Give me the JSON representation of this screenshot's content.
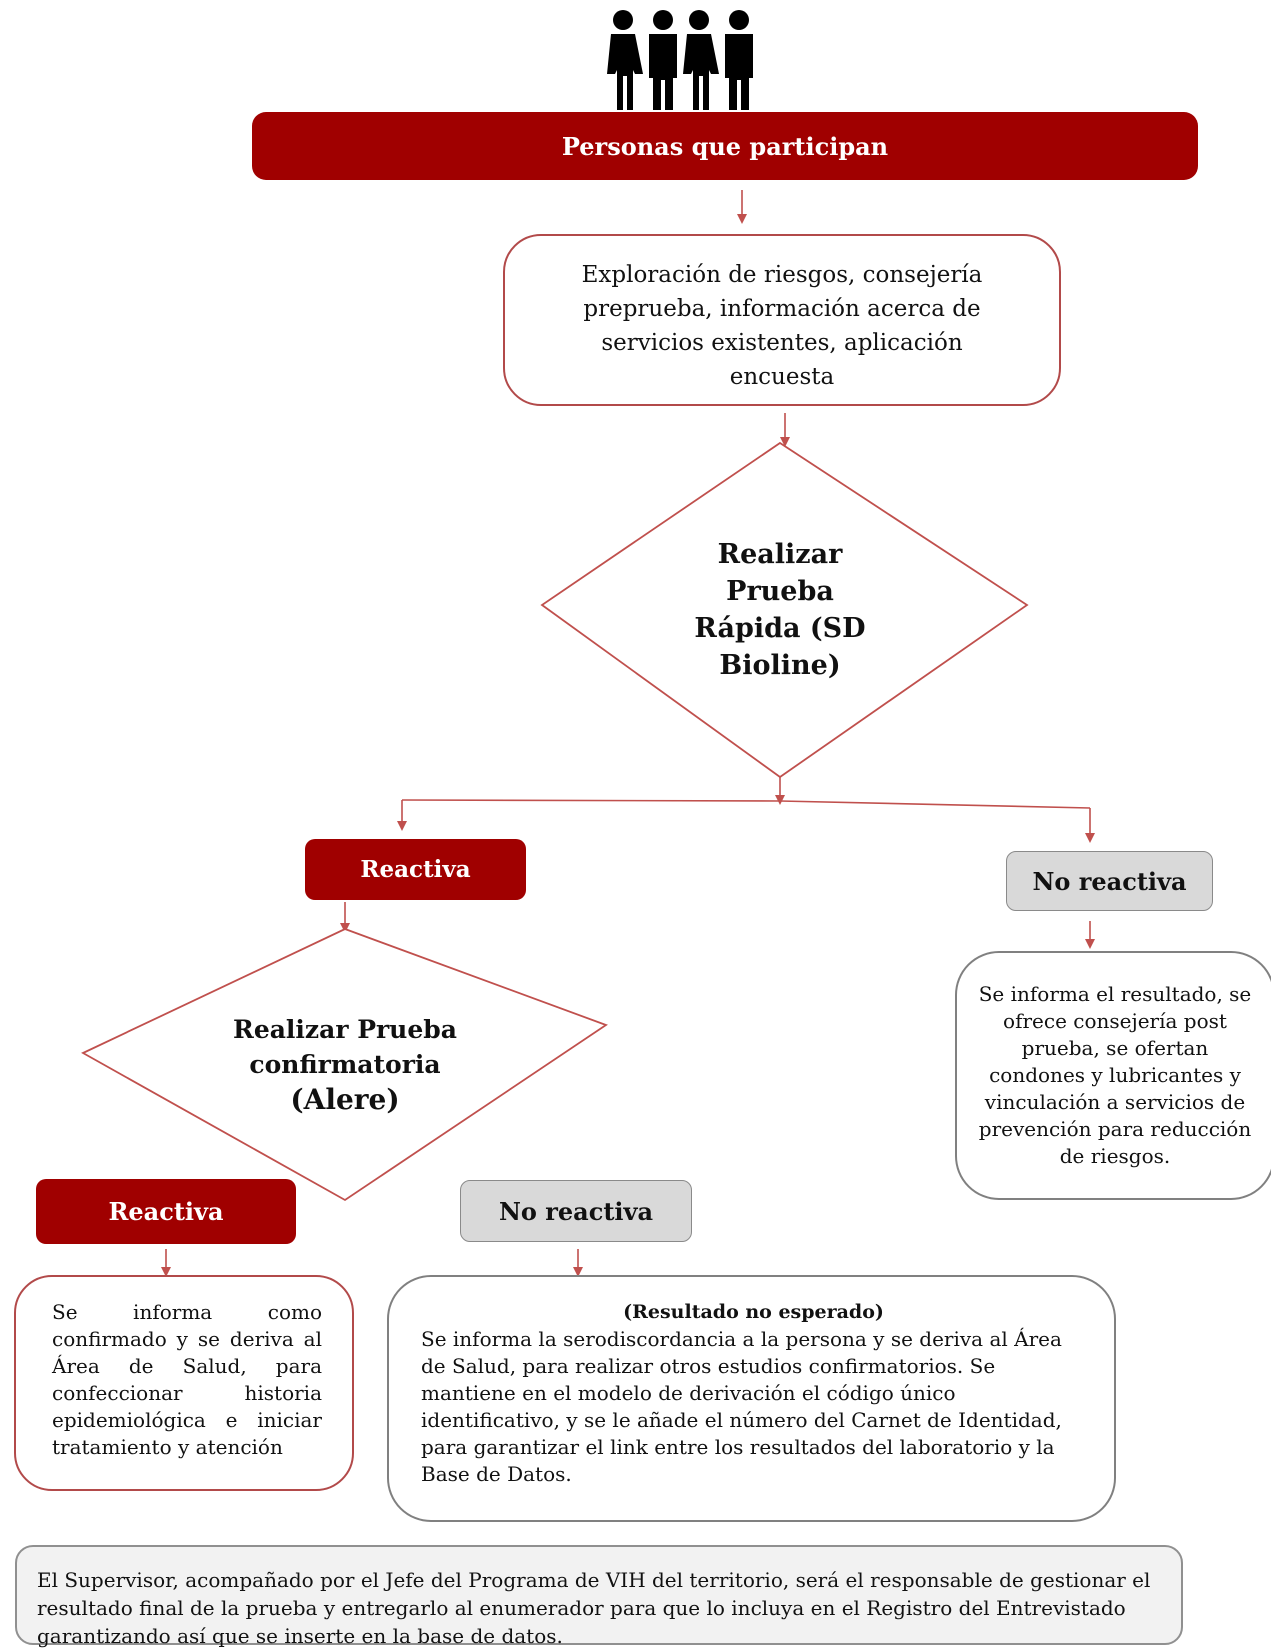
{
  "header": {
    "people_icon": "people-group-icon",
    "title": "Personas que participan"
  },
  "step1": {
    "text": "Exploración de riesgos, consejería preprueba, información acerca de servicios existentes, aplicación encuesta"
  },
  "decision1": {
    "lines": [
      "Realizar",
      "Prueba",
      "Rápida (SD",
      "Bioline)"
    ]
  },
  "branch_left": {
    "label": "Reactiva"
  },
  "branch_right": {
    "label": "No reactiva"
  },
  "right_result": {
    "text": "Se informa el resultado, se ofrece consejería post prueba, se ofertan condones y lubricantes y vinculación a servicios de prevención para reducción de riesgos."
  },
  "decision2": {
    "lines": [
      "Realizar Prueba",
      "confirmatoria",
      "(Alere)"
    ]
  },
  "branch2_left": {
    "label": "Reactiva"
  },
  "branch2_right": {
    "label": "No reactiva"
  },
  "left_result": {
    "text": "Se informa como confirmado y se deriva al Área de Salud, para confeccionar historia epidemiológica e iniciar tratamiento y atención"
  },
  "middle_result": {
    "title": "(Resultado no esperado)",
    "text": "Se informa la serodiscordancia a la persona y se deriva al Área de Salud, para realizar otros estudios confirmatorios. Se mantiene en el modelo de derivación el código único identificativo, y se le añade el número del Carnet de Identidad, para garantizar el link entre los resultados del laboratorio y la Base de Datos."
  },
  "footer": {
    "text": "El Supervisor, acompañado por el Jefe del Programa de VIH del territorio, será el responsable de gestionar el resultado final de la prueba y entregarlo al enumerador para que lo incluya en el Registro del Entrevistado garantizando así que se inserte en la base de datos."
  },
  "colors": {
    "brand_red": "#a00000",
    "arrow": "#c0504d",
    "grey_fill": "#d9d9d9",
    "footer_fill": "#f2f2f2"
  }
}
